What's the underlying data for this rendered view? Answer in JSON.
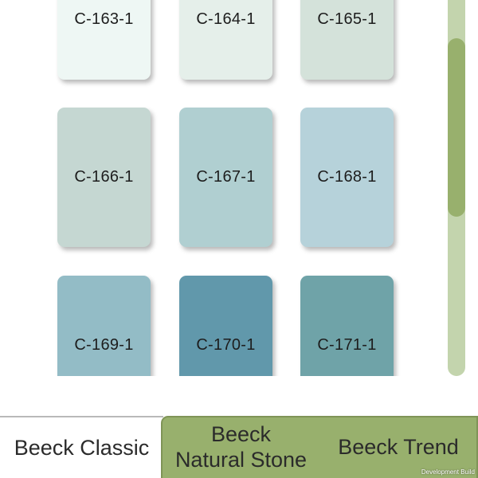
{
  "swatches": [
    {
      "code": "C-163-1",
      "color": "#eef7f4"
    },
    {
      "code": "C-164-1",
      "color": "#e5efea"
    },
    {
      "code": "C-165-1",
      "color": "#d4e2da"
    },
    {
      "code": "C-166-1",
      "color": "#c5d7d2"
    },
    {
      "code": "C-167-1",
      "color": "#b0cfd1"
    },
    {
      "code": "C-168-1",
      "color": "#b6d2da"
    },
    {
      "code": "C-169-1",
      "color": "#93bcc6"
    },
    {
      "code": "C-170-1",
      "color": "#6198ab"
    },
    {
      "code": "C-171-1",
      "color": "#6fa3a8"
    }
  ],
  "tabs": {
    "classic": "Beeck Classic",
    "stone_line1": "Beeck",
    "stone_line2": "Natural Stone",
    "trend": "Beeck Trend"
  },
  "footer": {
    "dev_build": "Development Build"
  },
  "colors": {
    "accent": "#98b06d",
    "scrollbar_track": "#c3d4ad"
  }
}
